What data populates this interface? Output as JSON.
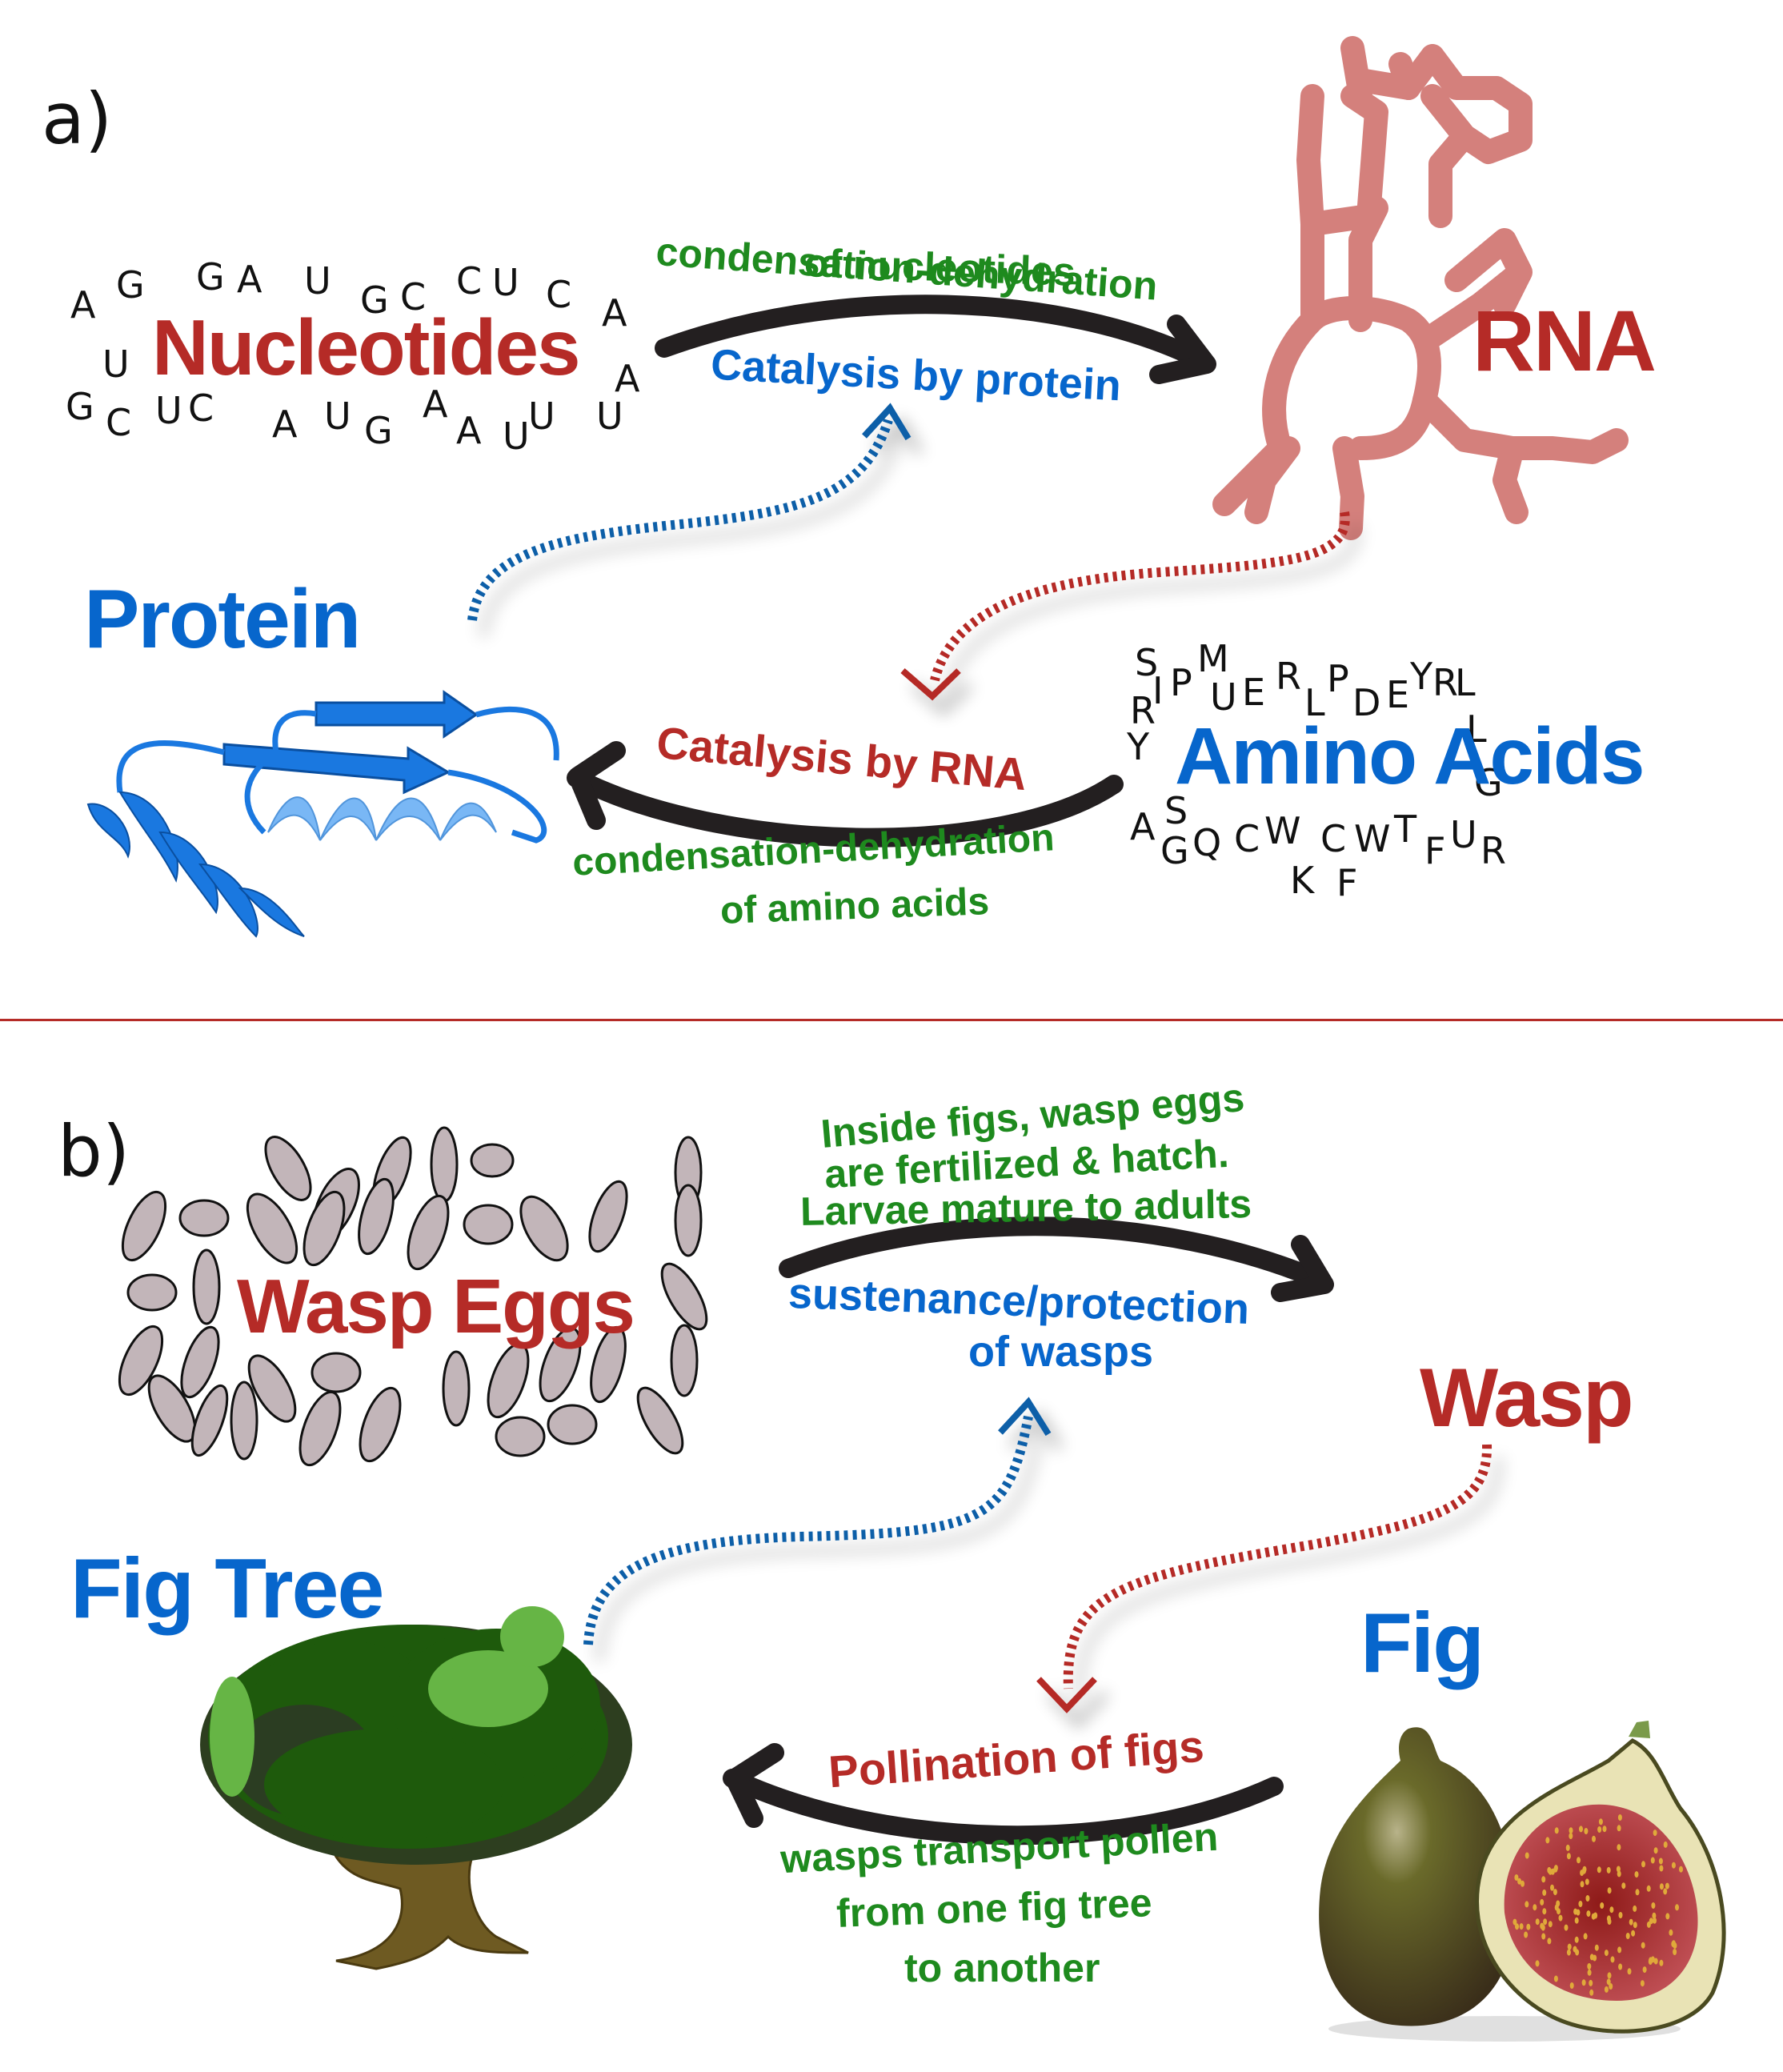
{
  "panels": {
    "a": {
      "label": "a)",
      "nucleotides": {
        "title": "Nucleotides",
        "letters": [
          "A",
          "G",
          "G",
          "A",
          "U",
          "G",
          "C",
          "C",
          "U",
          "C",
          "A",
          "U",
          "A",
          "G",
          "C",
          "U",
          "C",
          "A",
          "U",
          "G",
          "A",
          "A",
          "U",
          "U",
          "U"
        ]
      },
      "rna": {
        "title": "RNA"
      },
      "protein": {
        "title": "Protein"
      },
      "amino_acids": {
        "title": "Amino Acids",
        "letters": [
          "S",
          "R",
          "I",
          "Y",
          "P",
          "M",
          "U",
          "E",
          "R",
          "L",
          "P",
          "D",
          "E",
          "Y",
          "R",
          "L",
          "L",
          "G",
          "A",
          "G",
          "S",
          "Q",
          "C",
          "W",
          "K",
          "C",
          "F",
          "W",
          "T",
          "F",
          "U",
          "R"
        ]
      },
      "top_arrow": {
        "above_label_line1": "condensation-dehydration",
        "above_label_line2": "of nucleotides",
        "below_label": "Catalysis by protein"
      },
      "bottom_arrow": {
        "above_label": "Catalysis by RNA",
        "below_label_line1": "condensation-dehydration",
        "below_label_line2": "of amino acids"
      }
    },
    "b": {
      "label": "b)",
      "wasp_eggs": {
        "title": "Wasp Eggs"
      },
      "wasp": {
        "title": "Wasp"
      },
      "fig_tree": {
        "title": "Fig Tree"
      },
      "fig": {
        "title": "Fig"
      },
      "top_arrow": {
        "above_label_line1": "Inside figs, wasp eggs",
        "above_label_line2": "are fertilized & hatch.",
        "above_label_line3": "Larvae mature to adults",
        "below_label_line1": "sustenance/protection",
        "below_label_line2": "of wasps"
      },
      "bottom_arrow": {
        "above_label": "Pollination of figs",
        "below_label_line1": "wasps transport pollen",
        "below_label_line2": "from one fig tree",
        "below_label_line3": "to another"
      }
    }
  },
  "colors": {
    "red": "#B52B27",
    "blue": "#0766CC",
    "green": "#1E8A1E",
    "rna_pink": "#D4807C",
    "egg_fill": "#C2B5B9",
    "arrow_black": "#231F20",
    "divider": "#B52B27"
  }
}
